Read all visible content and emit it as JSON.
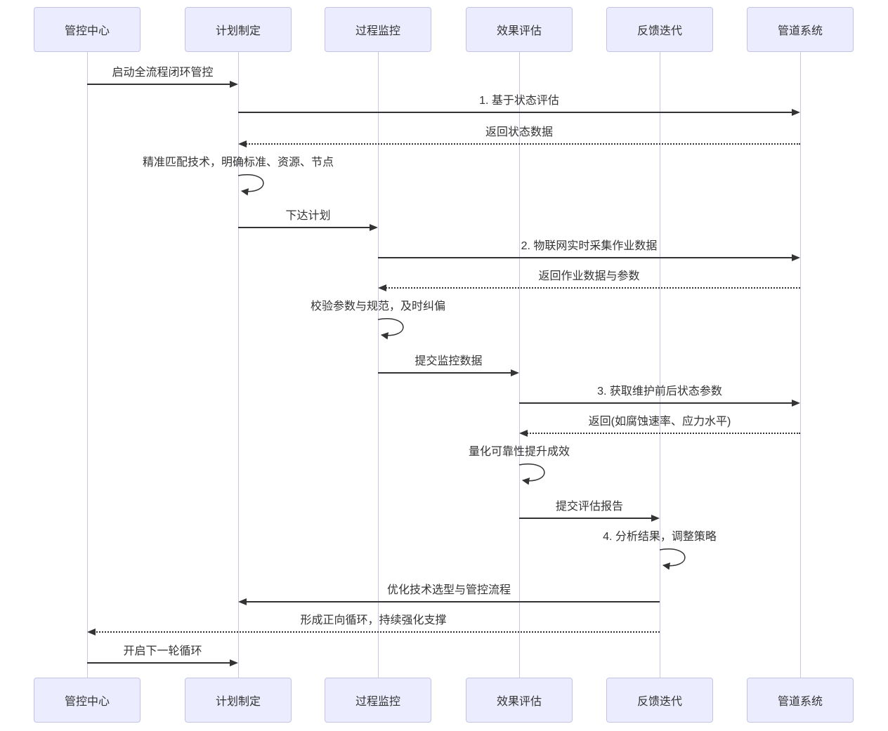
{
  "diagram": {
    "kind": "sequence-diagram",
    "background_color": "#ffffff",
    "colors": {
      "actor_fill": "#ECECFF",
      "actor_border": "#C3C3E8",
      "lifeline": "#C9C9E3",
      "arrow": "#333333",
      "text": "#333333"
    },
    "actors": [
      {
        "id": "control-center",
        "label": "管控中心"
      },
      {
        "id": "plan-formulation",
        "label": "计划制定"
      },
      {
        "id": "process-monitoring",
        "label": "过程监控"
      },
      {
        "id": "effect-evaluation",
        "label": "效果评估"
      },
      {
        "id": "feedback-iteration",
        "label": "反馈迭代"
      },
      {
        "id": "pipeline-system",
        "label": "管道系统"
      }
    ],
    "messages": [
      {
        "type": "solid",
        "from": 0,
        "to": 1,
        "label": "启动全流程闭环管控"
      },
      {
        "type": "solid",
        "from": 1,
        "to": 5,
        "label": "1. 基于状态评估"
      },
      {
        "type": "dashed",
        "from": 5,
        "to": 1,
        "label": "返回状态数据"
      },
      {
        "type": "self",
        "actor": 1,
        "label": "精准匹配技术，明确标准、资源、节点"
      },
      {
        "type": "solid",
        "from": 1,
        "to": 2,
        "label": "下达计划"
      },
      {
        "type": "solid",
        "from": 2,
        "to": 5,
        "label": "2. 物联网实时采集作业数据"
      },
      {
        "type": "dashed",
        "from": 5,
        "to": 2,
        "label": "返回作业数据与参数"
      },
      {
        "type": "self",
        "actor": 2,
        "label": "校验参数与规范，及时纠偏"
      },
      {
        "type": "solid",
        "from": 2,
        "to": 3,
        "label": "提交监控数据"
      },
      {
        "type": "solid",
        "from": 3,
        "to": 5,
        "label": "3. 获取维护前后状态参数"
      },
      {
        "type": "dashed",
        "from": 5,
        "to": 3,
        "label": "返回(如腐蚀速率、应力水平)"
      },
      {
        "type": "self",
        "actor": 3,
        "label": "量化可靠性提升成效"
      },
      {
        "type": "solid",
        "from": 3,
        "to": 4,
        "label": "提交评估报告"
      },
      {
        "type": "self",
        "actor": 4,
        "label": "4. 分析结果，调整策略"
      },
      {
        "type": "solid",
        "from": 4,
        "to": 1,
        "label": "优化技术选型与管控流程"
      },
      {
        "type": "dashed",
        "from": 4,
        "to": 0,
        "label": "形成正向循环，持续强化支撑"
      },
      {
        "type": "solid",
        "from": 0,
        "to": 1,
        "label": "开启下一轮循环"
      }
    ]
  }
}
